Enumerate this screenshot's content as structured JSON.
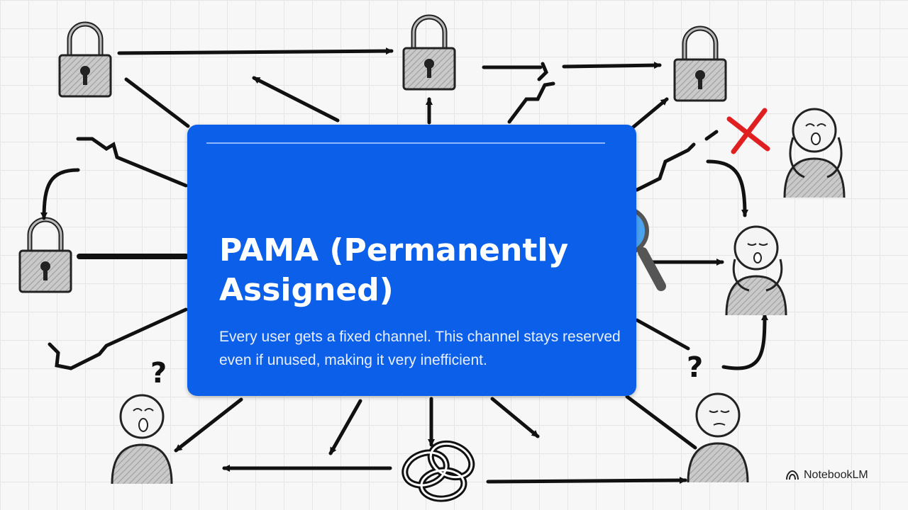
{
  "slide": {
    "title": "PAMA (Permanently Assigned)",
    "body": "Every user gets a fixed channel. This channel stays reserved even if unused, making it very inefficient."
  },
  "branding": {
    "name": "NotebookLM"
  },
  "icons": [
    "lock-icon",
    "magnifier-icon",
    "cross-icon",
    "question-mark-icon",
    "knot-icon",
    "person-icon"
  ],
  "colors": {
    "card": "#0b5fe8",
    "cross": "#e02020",
    "magnifier": "#4aa3f0"
  }
}
